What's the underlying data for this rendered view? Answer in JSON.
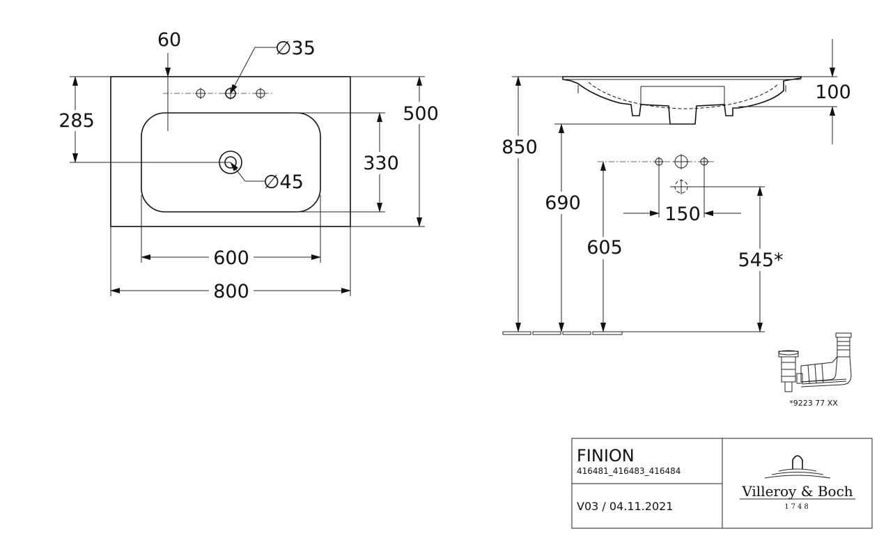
{
  "top_view": {
    "dim_width": "800",
    "dim_basin_width": "600",
    "dim_depth": "500",
    "dim_basin_depth": "330",
    "dim_waste_position": "285",
    "dim_tap_hole_offset": "60",
    "dim_tap_hole_diameter": "∅35",
    "dim_waste_diameter": "∅45"
  },
  "side_view": {
    "dim_height_total": "850",
    "dim_height_690": "690",
    "dim_height_605": "605",
    "dim_height_545": "545*",
    "dim_spacing_150": "150",
    "dim_thickness_100": "100"
  },
  "accessory": {
    "note": "*9223 77 XX"
  },
  "title_block": {
    "product_name": "FINION",
    "article_numbers": "416481_416483_416484",
    "version_date": "V03 / 04.11.2021",
    "brand_name": "Villeroy & Boch",
    "brand_year": "1748"
  }
}
